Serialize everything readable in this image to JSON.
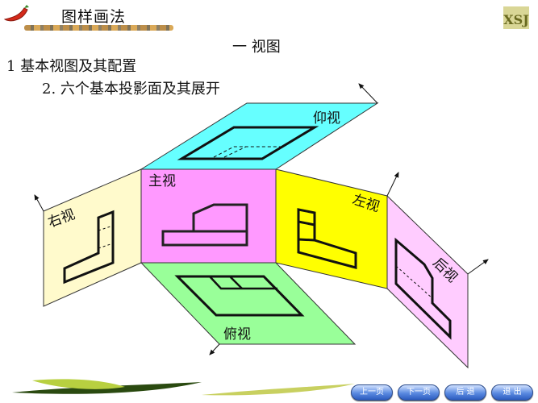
{
  "header": {
    "title": "图样画法",
    "logo_text": "XSJ",
    "icon": "chili-pepper-icon"
  },
  "content": {
    "section_title": "一  视图",
    "heading_1": "1  基本视图及其配置",
    "heading_2": "2. 六个基本投影面及其展开"
  },
  "diagram": {
    "views": [
      {
        "name": "仰视",
        "color": "#66ffff"
      },
      {
        "name": "主视",
        "color": "#ff99ff"
      },
      {
        "name": "右视",
        "color": "#fffacc"
      },
      {
        "name": "左视",
        "color": "#ffff00"
      },
      {
        "name": "后视",
        "color": "#ffccff"
      },
      {
        "name": "俯视",
        "color": "#99ff99"
      }
    ]
  },
  "nav": {
    "prev": "上一页",
    "next": "下一页",
    "back": "后  退",
    "exit": "退  出"
  }
}
